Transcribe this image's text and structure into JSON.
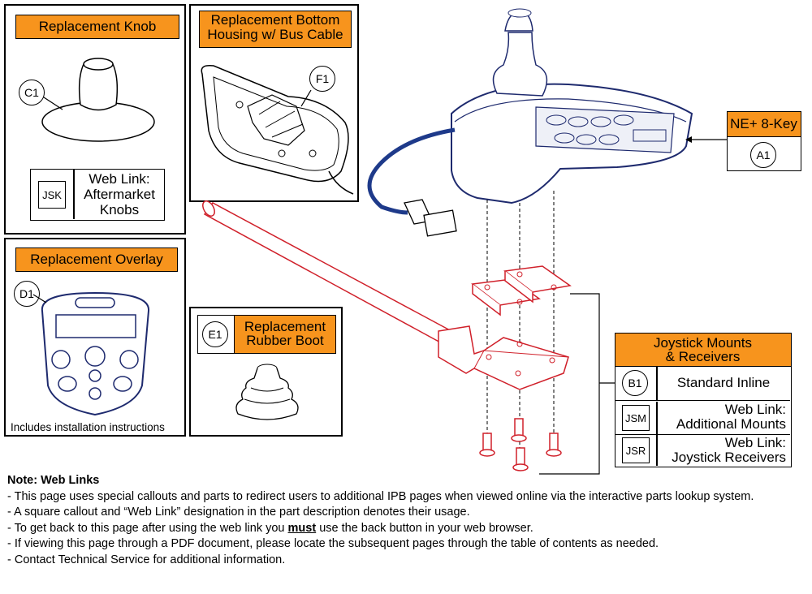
{
  "panels": {
    "knob": {
      "title": "Replacement Knob",
      "callout": "C1",
      "code": "JSK",
      "desc": [
        "Web Link:",
        "Aftermarket",
        "Knobs"
      ]
    },
    "housing": {
      "title_l1": "Replacement Bottom",
      "title_l2": "Housing w/ Bus Cable",
      "callout": "F1"
    },
    "overlay": {
      "title": "Replacement Overlay",
      "callout": "D1",
      "caption": "Includes installation instructions"
    },
    "boot": {
      "callout": "E1",
      "title_l1": "Replacement",
      "title_l2": "Rubber Boot"
    },
    "ne8key": {
      "title": "NE+ 8-Key",
      "callout": "A1"
    },
    "mounts": {
      "title_l1": "Joystick Mounts",
      "title_l2": "& Receivers",
      "rows": [
        {
          "callout": "B1",
          "desc_l1": "Standard Inline",
          "desc_l2": ""
        },
        {
          "callout": "JSM",
          "desc_l1": "Web Link:",
          "desc_l2": "Additional Mounts"
        },
        {
          "callout": "JSR",
          "desc_l1": "Web Link:",
          "desc_l2": "Joystick Receivers"
        }
      ]
    }
  },
  "note": {
    "heading": "Note: Web Links",
    "line1": "- This page uses special callouts and parts to redirect users to additional IPB pages when viewed online via the interactive parts lookup system.",
    "line2": "- A square callout and “Web Link” designation in the part description denotes their usage.",
    "line3_pre": "- To get back to this page after using the web link you ",
    "line3_em": "must",
    "line3_post": " use the back button in your web browser.",
    "line4": "- If viewing this page through a PDF document, please locate the subsequent pages through the table of contents as needed.",
    "line5": "- Contact Technical Service for additional information."
  },
  "colors": {
    "accent": "#f7941d",
    "outline": "#1e2a6e",
    "highlight": "#d0202a",
    "cable": "#1e3a8a"
  }
}
